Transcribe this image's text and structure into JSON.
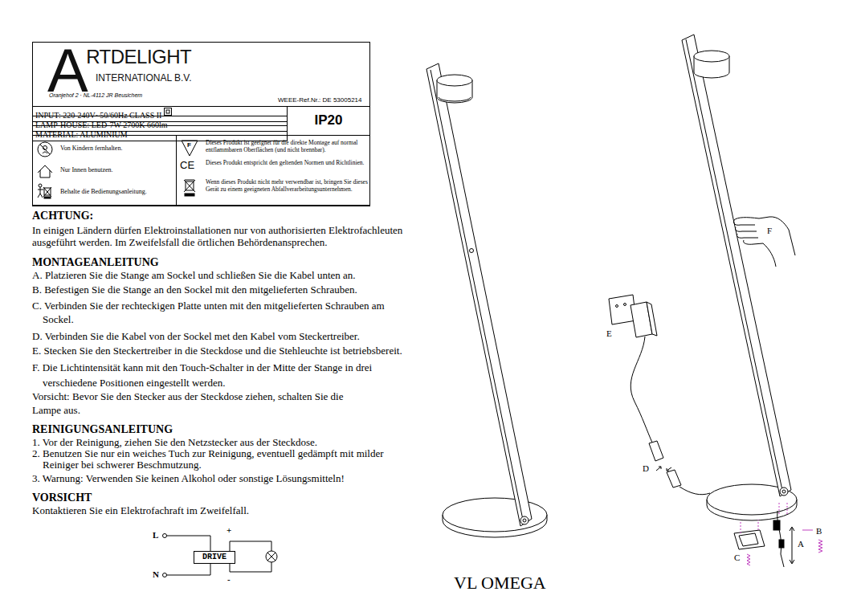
{
  "diagram": {
    "caption": "VL OMEGA",
    "nodes": [
      {
        "text": [
          "ARTDELIGHT",
          "INTERNATIONAL B.V.",
          "Oranjehof 2 · NL-4112 JR Beusichem",
          "WEEE-Ref.Nr.: DE 53005214"
        ]
      },
      {
        "text": [
          "INPUT: 220-240V~50/60Hz CLASS II"
        ],
        "in": 0
      },
      {
        "text": [
          "LAMP-HOUSE: LED-7W 2700K 660lm"
        ],
        "in": 0
      },
      {
        "text": [
          "MATERIAL: ALUMINIUM"
        ],
        "in": 0
      },
      {
        "text": [
          "IP20"
        ],
        "in": 0
      },
      {
        "text": [
          "Von Kindern fernhalten.",
          "Nur Innen benutzen.",
          "Behalte die Bedienungsanleitung."
        ],
        "in": 0
      },
      {
        "text": [
          "Dieses Produkt ist geeignet für die direkte Montage auf normal entflammbaren Oberflächen (und nicht brennbar).",
          "Dieses Produkt entspricht den geltenden Normen und Richtlinien.",
          "Wenn dieses Produkt nicht mehr verwendbar ist, bringen Sie dieses Gerät zu einem geeigneten Abfallverarbeitungsunternehmen."
        ],
        "in": 0
      },
      {
        "text": [
          "DRIVE"
        ]
      }
    ],
    "labels": [
      "ACHTUNG:",
      "In einigen Ländern dürfen Elektroinstallationen nur von authorisierten Elektrofachleuten ausgeführt werden. Im Zweifelsfall die örtlichen Behördenansprechen.",
      "MONTAGEANLEITUNG",
      "A. Platzieren Sie die Stange am Sockel und schließen Sie die Kabel unten an.",
      "B. Befestigen Sie die Stange an den Sockel mit den mitgelieferten Schrauben.",
      "C. Verbinden Sie der rechteckigen Platte unten mit den mitgelieferten Schrauben am Sockel.",
      "D. Verbinden Sie die Kabel von der Sockel met den Kabel vom Steckertreiber.",
      "E. Stecken Sie den Steckertreiber in die Steckdose und die Stehleuchte ist betriebsbereit.",
      "F. Die Lichtintensität kann mit den Touch-Schalter in der Mitte der Stange in drei verschiedene Positionen eingestellt werden.",
      "Vorsicht: Bevor Sie den Stecker aus der Steckdose ziehen, schalten Sie die Lampe aus.",
      "REINIGUNGSANLEITUNG",
      "1. Vor der Reinigung, ziehen Sie den Netzstecker aus der Steckdose.",
      "2. Benutzen Sie nur ein weiches Tuch zur Reinigung, eventuell gedämpft mit milder Reiniger bei schwerer Beschmutzung.",
      "3. Warnung: Verwenden Sie keinen Alkohol oder sonstige Lösungsmitteln!",
      "VORSICHT",
      "Kontaktieren Sie ein Elektrofachraft im Zweifelfall.",
      "L",
      "N",
      "+",
      "-",
      "E",
      "D",
      "F",
      "B",
      "A",
      "C",
      "CE",
      "F"
    ]
  }
}
